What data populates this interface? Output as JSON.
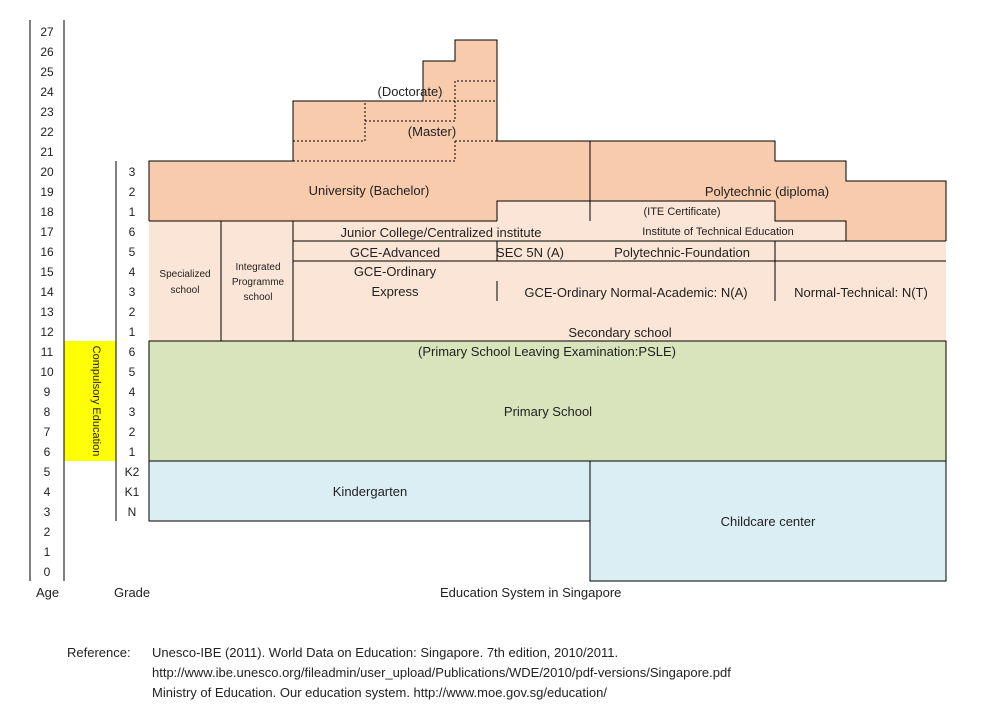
{
  "ages": [
    "0",
    "1",
    "2",
    "3",
    "4",
    "5",
    "6",
    "7",
    "8",
    "9",
    "10",
    "11",
    "12",
    "13",
    "14",
    "15",
    "16",
    "17",
    "18",
    "19",
    "20",
    "21",
    "22",
    "23",
    "24",
    "25",
    "26",
    "27"
  ],
  "grades": {
    "preschool": [
      "N",
      "K1",
      "K2"
    ],
    "primary": [
      "1",
      "2",
      "3",
      "4",
      "5",
      "6"
    ],
    "secondary": [
      "1",
      "2",
      "3",
      "4",
      "5",
      "6"
    ],
    "tertiary": [
      "1",
      "2",
      "3"
    ]
  },
  "axis": {
    "age_label": "Age",
    "grade_label": "Grade",
    "caption": "Education System in Singapore"
  },
  "compulsory": "Compulsory Education",
  "labels": {
    "doctorate": "(Doctorate)",
    "master": "(Master)",
    "university": "University  (Bachelor)",
    "polytechnic": "Polytechnic (diploma)",
    "ite_certificate": "(ITE Certificate)",
    "ite": "Institute of Technical Education",
    "junior_college": "Junior College/Centralized institute",
    "gce_advanced": "GCE-Advanced",
    "sec5n": "SEC 5N (A)",
    "poly_foundation": "Polytechnic-Foundation",
    "specialized_1": "Specialized",
    "specialized_2": "school",
    "ip_1": "Integrated",
    "ip_2": "Programme",
    "ip_3": "school",
    "gce_ordinary": "GCE-Ordinary",
    "express": "Express",
    "normal_academic": "GCE-Ordinary Normal-Academic: N(A)",
    "normal_technical": "Normal-Technical: N(T)",
    "secondary": "Secondary school",
    "psle": "(Primary School Leaving Examination:PSLE)",
    "primary": "Primary School",
    "kindergarten": "Kindergarten",
    "childcare": "Childcare center"
  },
  "colors": {
    "tertiary": "#f8cbad",
    "secondary": "#fbe5d6",
    "primary": "#d9e3bc",
    "preschool": "#dbeef4",
    "compulsory": "#ffff00"
  },
  "reference": {
    "label": "Reference:",
    "lines": [
      "Unesco-IBE (2011). World Data on Education: Singapore. 7th edition, 2010/2011.",
      "http://www.ibe.unesco.org/fileadmin/user_upload/Publications/WDE/2010/pdf-versions/Singapore.pdf",
      "Ministry of Education. Our education system. http://www.moe.gov.sg/education/"
    ]
  }
}
